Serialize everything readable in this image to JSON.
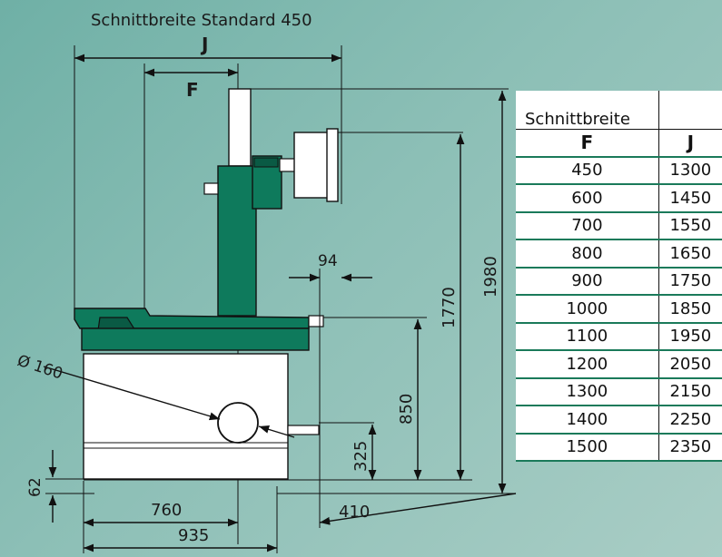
{
  "drawing": {
    "caption": "Schnittbreite Standard 450",
    "labels": {
      "J": "J",
      "F": "F",
      "dia": "Ø 160",
      "d94": "94",
      "d1770": "1770",
      "d1980": "1980",
      "d850": "850",
      "d325": "325",
      "d62": "62",
      "d760": "760",
      "d410": "410",
      "d935": "935"
    },
    "colors": {
      "machine_green": "#0e7a5c",
      "dark_green": "#0a5a44",
      "body_fill": "#ffffff",
      "background": "#7db8ae"
    }
  },
  "table": {
    "title": "Schnittbreite",
    "header_f": "F",
    "header_j": "J",
    "rows": [
      {
        "f": "450",
        "j": "1300"
      },
      {
        "f": "600",
        "j": "1450"
      },
      {
        "f": "700",
        "j": "1550"
      },
      {
        "f": "800",
        "j": "1650"
      },
      {
        "f": "900",
        "j": "1750"
      },
      {
        "f": "1000",
        "j": "1850"
      },
      {
        "f": "1100",
        "j": "1950"
      },
      {
        "f": "1200",
        "j": "2050"
      },
      {
        "f": "1300",
        "j": "2150"
      },
      {
        "f": "1400",
        "j": "2250"
      },
      {
        "f": "1500",
        "j": "2350"
      }
    ]
  }
}
